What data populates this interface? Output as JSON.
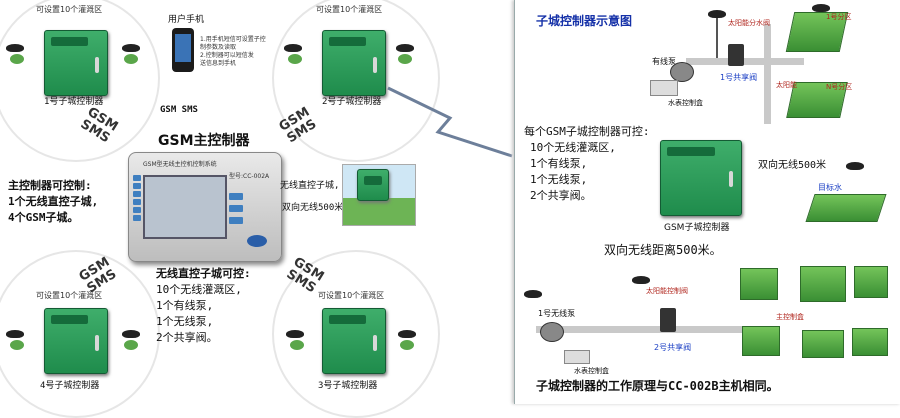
{
  "left": {
    "zones": [
      {
        "id": "z1",
        "arc_label": "可设置10个灌溉区",
        "label": "1号子城控制器"
      },
      {
        "id": "z2",
        "arc_label": "可设置10个灌溉区",
        "label": "2号子城控制器"
      },
      {
        "id": "z3",
        "arc_label": "可设置10个灌溉区",
        "label": "3号子城控制器"
      },
      {
        "id": "z4",
        "arc_label": "可设置10个灌溉区",
        "label": "4号子城控制器"
      }
    ],
    "phone": {
      "title": "用户手机",
      "caption": "GSM SMS",
      "notes": [
        "1.用手机短信可设置子控",
        "制参数及读取",
        "2.控制器可以短信发",
        "送信息到手机"
      ]
    },
    "gsm_badge": [
      "GSM",
      "SMS"
    ],
    "main_title": "GSM主控制器",
    "device": {
      "top_label": "GSM型无线主控机控制系统",
      "model": "型号:CC-002A"
    },
    "main_can_control": [
      "主控制器可控制:",
      "1个无线直控子城,",
      "4个GSM子城。"
    ],
    "wireless_note": {
      "line1": "无线直控子城,",
      "line2": "双向无线500米"
    },
    "sub_can_control": [
      "无线直控子城可控:",
      "10个无线灌溉区,",
      "1个有线泵,",
      "1个无线泵,",
      "2个共享阀。"
    ]
  },
  "right": {
    "title": "子城控制器示意图",
    "pump_wired": "有线泵",
    "valve1": "1号共享阀",
    "meter": "水表控制盒",
    "controller_label": "GSM子城控制器",
    "each_can": [
      "每个GSM子城控制器可控:",
      "10个无线灌溉区,",
      "1个有线泵,",
      "1个无线泵,",
      "2个共享阀。"
    ],
    "dual_wireless": "双向无线500米",
    "target": "目标水",
    "distance": "双向无线距离500米。",
    "pump_wireless": "1号无线泵",
    "valve2": "2号共享阀",
    "meter2": "水表控制盒",
    "principle": "子城控制器的工作原理与CC-002B主机相同。",
    "small_tags": [
      "太阳能分水阀",
      "1号分区",
      "太阳能",
      "N号分区",
      "主控制盒",
      "太阳能控制阀"
    ]
  },
  "colors": {
    "accent_blue": "#1b3fc4",
    "cabinet_green": "#2a9a57",
    "field_green": "#4ea83e"
  }
}
